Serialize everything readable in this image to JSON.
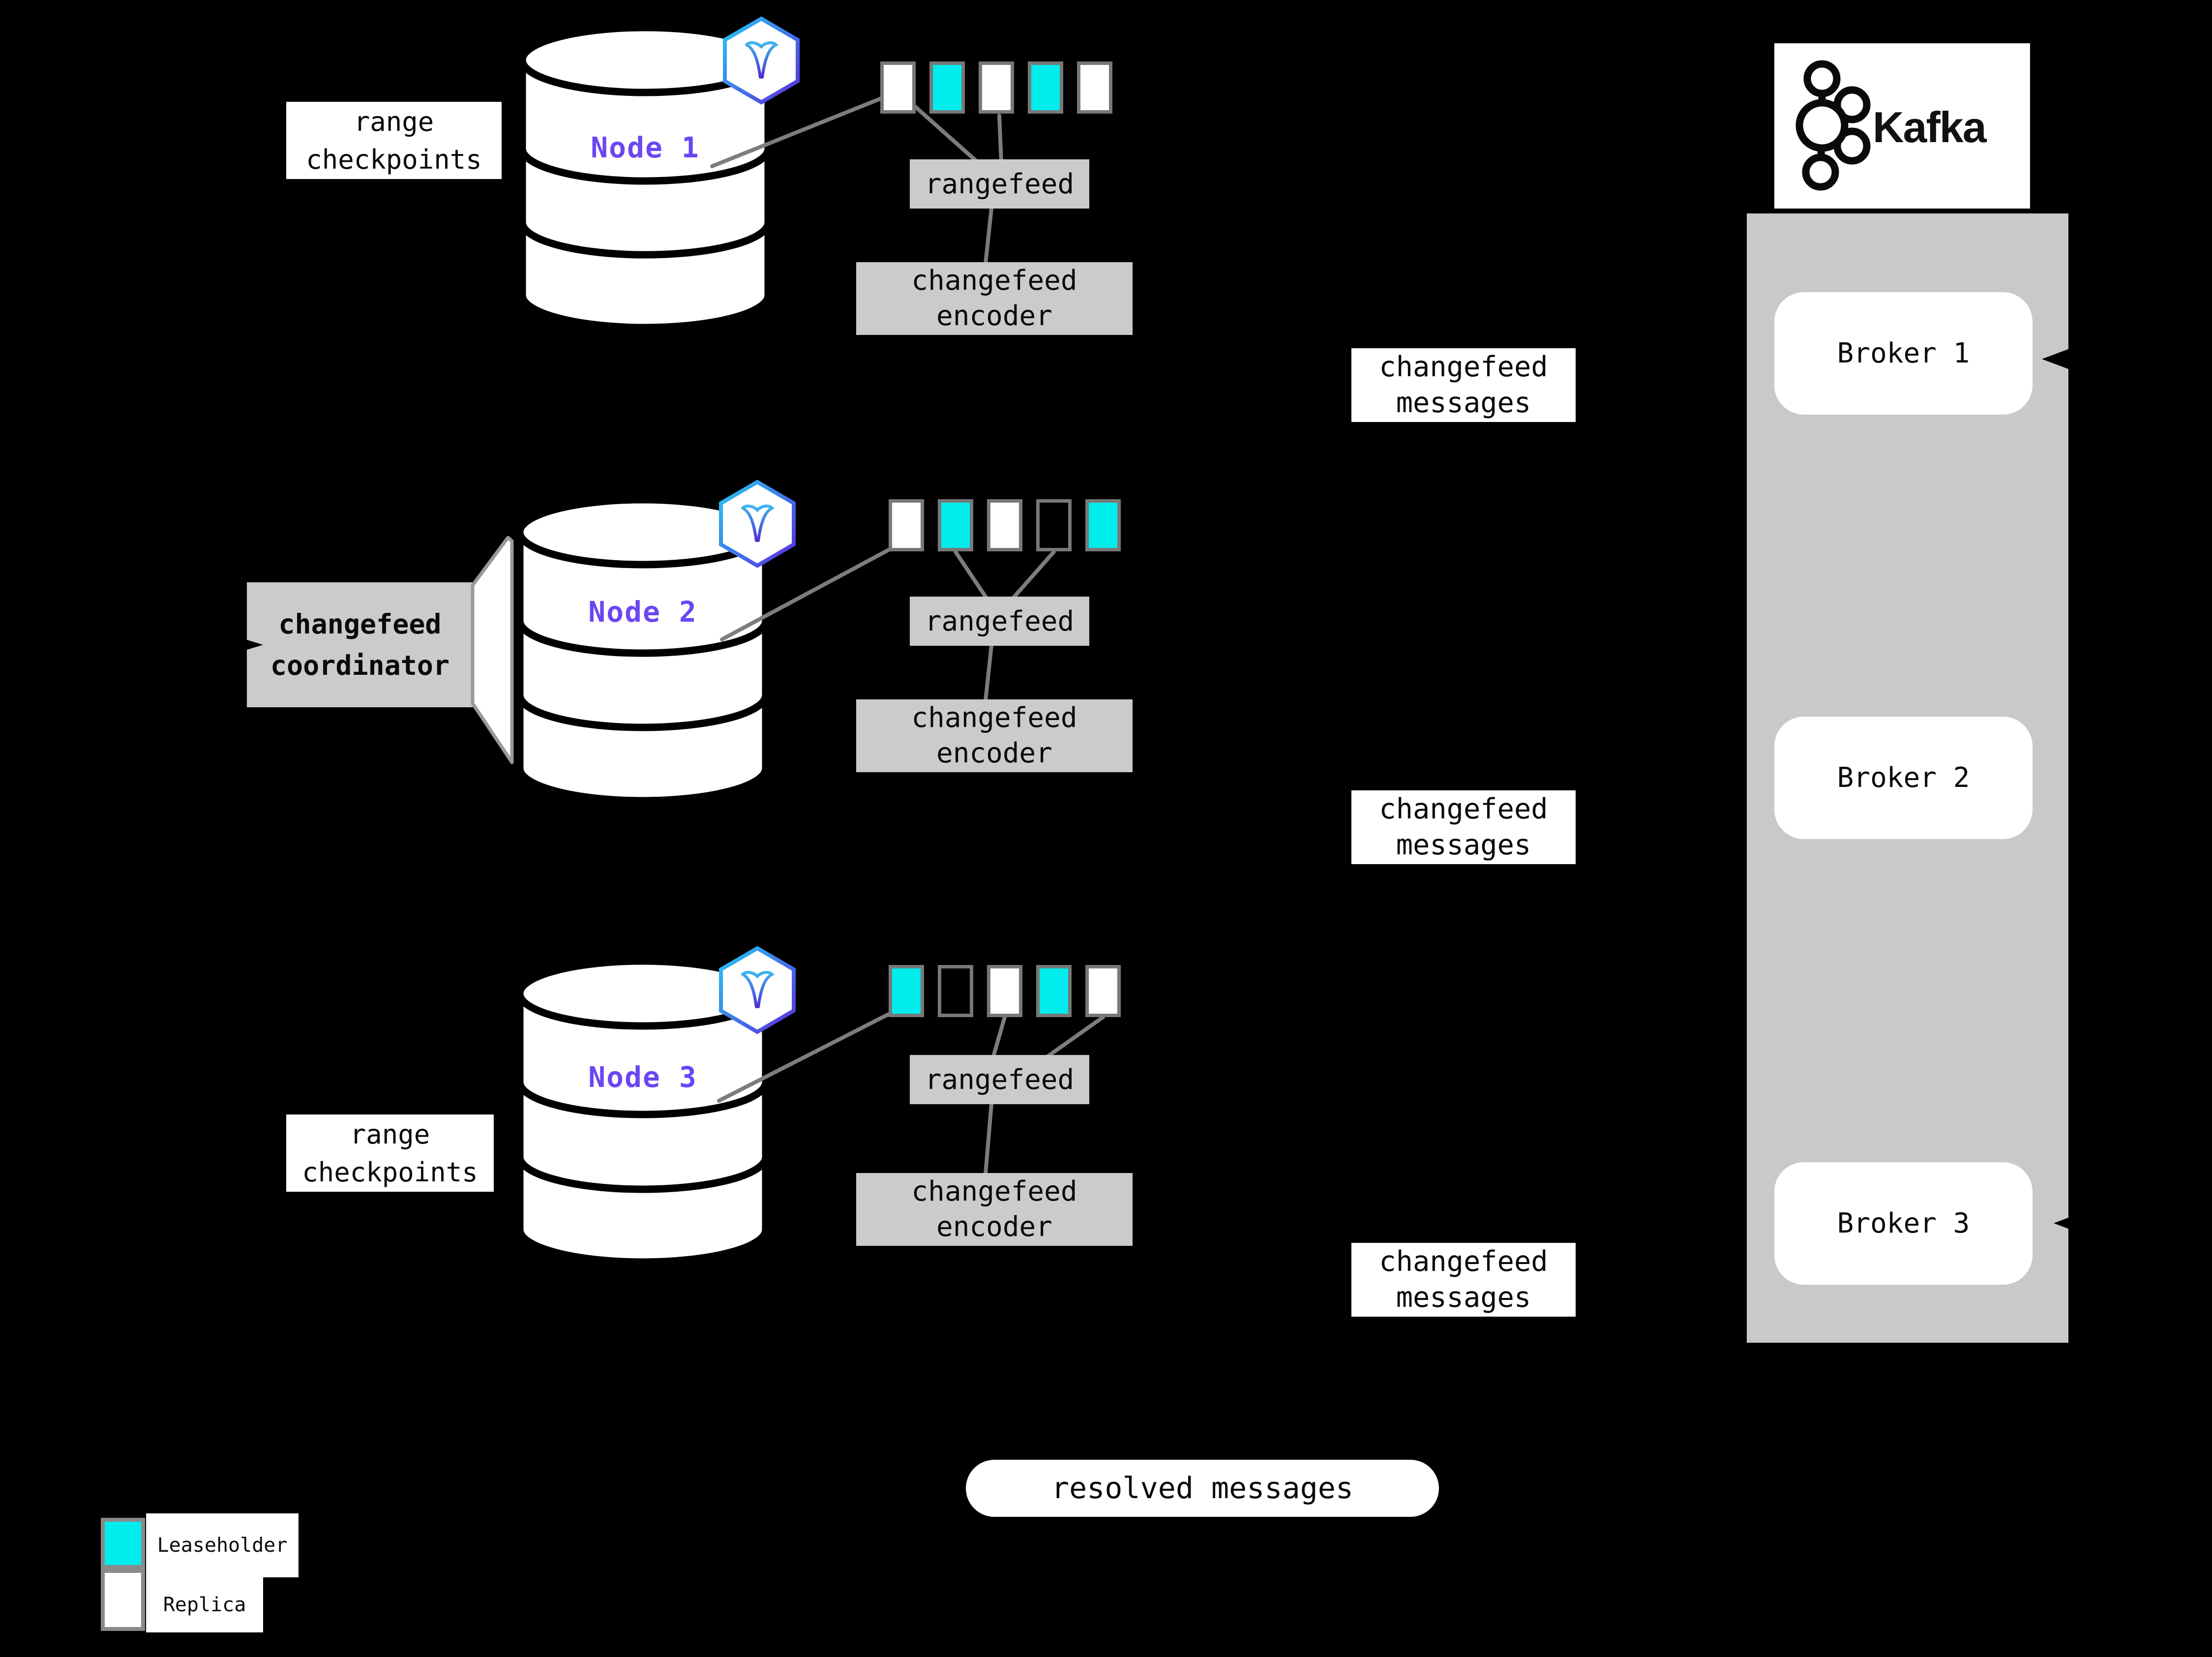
{
  "colors": {
    "background": "#000000",
    "leaseholder": "#00eded",
    "replica": "#ffffff",
    "box-gray": "#cbcbcb",
    "column-gray": "#c9c9c9",
    "line-gray": "#7d7d7d",
    "node-label": "#6b46f2",
    "hex-gradient-start": "#25c9f4",
    "hex-gradient-end": "#5b2be0"
  },
  "nodes": [
    {
      "label": "Node 1",
      "checkpoint_label": "range checkpoints",
      "ranges": [
        "replica",
        "leaseholder",
        "replica",
        "leaseholder",
        "replica"
      ],
      "rangefeed": "rangefeed",
      "encoder": "changefeed encoder"
    },
    {
      "label": "Node 2",
      "coordinator": "changefeed coordinator",
      "ranges": [
        "replica",
        "leaseholder",
        "replica",
        "empty",
        "leaseholder"
      ],
      "rangefeed": "rangefeed",
      "encoder": "changefeed encoder"
    },
    {
      "label": "Node 3",
      "checkpoint_label": "range checkpoints",
      "ranges": [
        "leaseholder",
        "empty",
        "replica",
        "leaseholder",
        "replica"
      ],
      "rangefeed": "rangefeed",
      "encoder": "changefeed encoder"
    }
  ],
  "messages": {
    "changefeed": "changefeed messages",
    "resolved": "resolved messages"
  },
  "kafka": {
    "logo_text": "Kafka",
    "brokers": [
      "Broker 1",
      "Broker 2",
      "Broker 3"
    ]
  },
  "legend": {
    "leaseholder_label": "Leaseholder",
    "replica_label": "Replica"
  }
}
